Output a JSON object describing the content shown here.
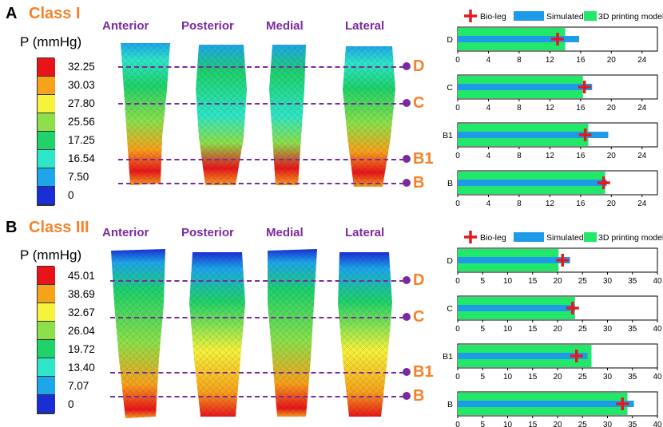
{
  "panels": [
    {
      "letter": "A",
      "class_title": "Class I",
      "views": [
        "Anterior",
        "Posterior",
        "Medial",
        "Lateral"
      ],
      "colorbar_title": "P (mmHg)",
      "colorbar_labels": [
        "32.25",
        "30.03",
        "27.80",
        "25.56",
        "17.25",
        "16.54",
        "7.50",
        "0"
      ],
      "colorbar_colors": [
        "#e8141a",
        "#f7a21b",
        "#f7f23b",
        "#8ee04a",
        "#1fd26a",
        "#2ee6c8",
        "#1ea6ea",
        "#1a2ed8"
      ],
      "section_labels": [
        "D",
        "C",
        "B1",
        "B"
      ]
    },
    {
      "letter": "B",
      "class_title": "Class III",
      "views": [
        "Anterior",
        "Posterior",
        "Medial",
        "Lateral"
      ],
      "colorbar_title": "P (mmHg)",
      "colorbar_labels": [
        "45.01",
        "38.69",
        "32.67",
        "26.04",
        "19.72",
        "13.40",
        "7.07",
        "0"
      ],
      "colorbar_colors": [
        "#e8141a",
        "#f7a21b",
        "#f7f23b",
        "#8ee04a",
        "#1fd26a",
        "#2ee6c8",
        "#1ea6ea",
        "#1a2ed8"
      ],
      "section_labels": [
        "D",
        "C",
        "B1",
        "B"
      ]
    }
  ],
  "colors": {
    "bio_leg": "#e31a1c",
    "simulated": "#1e9be8",
    "printing": "#22e86a",
    "accent_orange": "#f5822a",
    "accent_purple": "#7a2a9c"
  },
  "chart_data": [
    {
      "type": "bar",
      "orientation": "horizontal",
      "legend": [
        "Bio-leg",
        "Simulated",
        "3D printing model"
      ],
      "legend_placement": "top",
      "categories": [
        "D",
        "C",
        "B1",
        "B"
      ],
      "series": [
        {
          "name": "Simulated",
          "values": [
            15.8,
            17.5,
            19.6,
            19.4
          ]
        },
        {
          "name": "3D printing model",
          "values": [
            14.0,
            16.3,
            17.0,
            19.2
          ]
        },
        {
          "name": "Bio-leg",
          "values": [
            13.0,
            16.5,
            16.6,
            19.0
          ]
        }
      ],
      "x_ticks": [
        "0",
        "4",
        "8",
        "12",
        "16",
        "20",
        "24"
      ],
      "xlim": [
        0,
        26
      ]
    },
    {
      "type": "bar",
      "orientation": "horizontal",
      "legend": [
        "Bio-leg",
        "Simulated",
        "3D printing model"
      ],
      "legend_placement": "top",
      "categories": [
        "D",
        "C",
        "B1",
        "B"
      ],
      "series": [
        {
          "name": "Simulated",
          "values": [
            22.5,
            23.5,
            26.0,
            35.3
          ]
        },
        {
          "name": "3D printing model",
          "values": [
            20.2,
            23.5,
            26.8,
            34.0
          ]
        },
        {
          "name": "Bio-leg",
          "values": [
            21.0,
            23.0,
            23.8,
            33.0
          ]
        }
      ],
      "x_ticks": [
        "0",
        "5",
        "10",
        "15",
        "20",
        "25",
        "30",
        "35",
        "40"
      ],
      "xlim": [
        0,
        40
      ]
    }
  ]
}
